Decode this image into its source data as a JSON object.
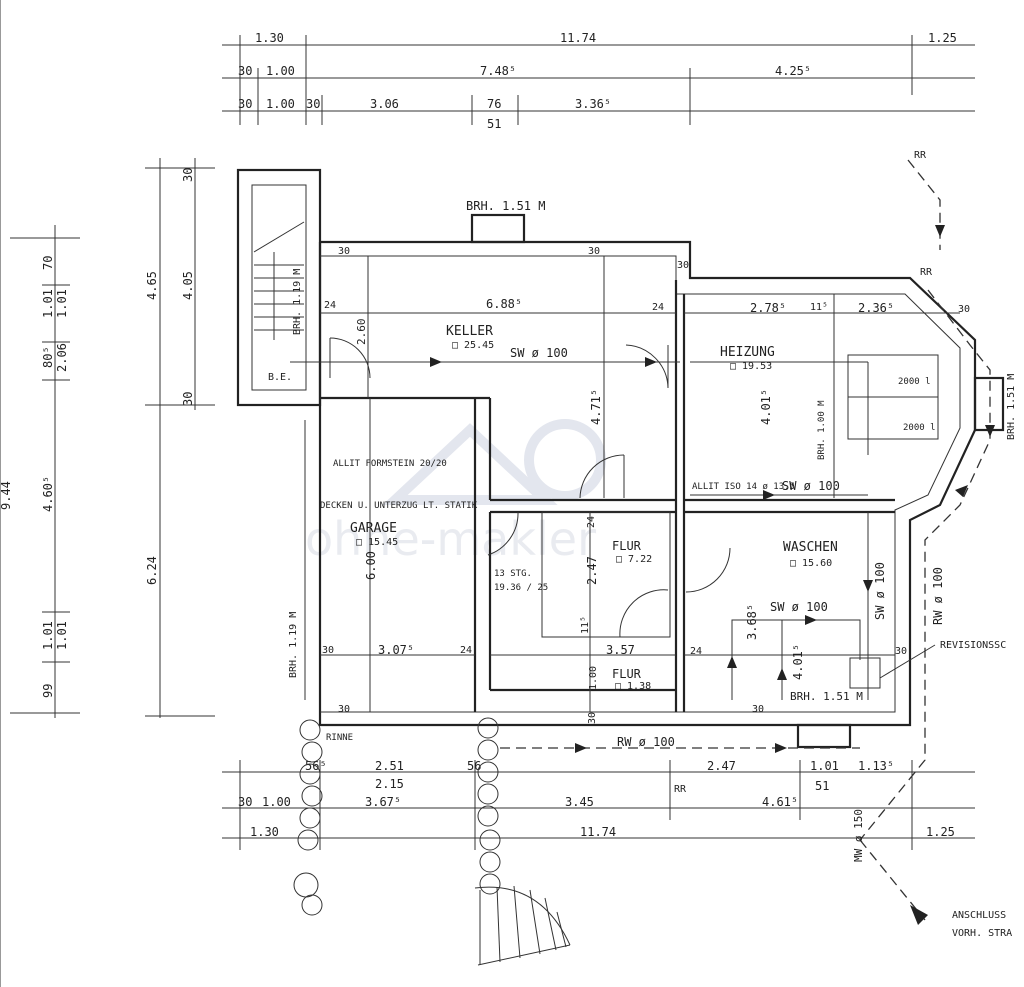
{
  "rooms": {
    "keller": {
      "name": "KELLER",
      "area": "□ 25.45"
    },
    "heizung": {
      "name": "HEIZUNG",
      "area": "□ 19.53"
    },
    "garage": {
      "name": "GARAGE",
      "area": "□ 15.45"
    },
    "flur1": {
      "name": "FLUR",
      "area": "□ 7.22"
    },
    "flur2": {
      "name": "FLUR",
      "area": "□ 1.38"
    },
    "waschen": {
      "name": "WASCHEN",
      "area": "□ 15.60"
    }
  },
  "labels": {
    "brh_top": "BRH. 1.51 M",
    "brh_left_stair": "BRH. 1.19 M",
    "be": "B.E.",
    "sw_keller": "SW ø 100",
    "allit_top": "ALLIT FORMSTEIN 20/20",
    "unterzug": "DECKEN U. UNTERZUG LT. STATIK",
    "allit_iso": "ALLIT ISO 14 ø 13.5",
    "sw_heizung": "SW ø 100",
    "brh_garage": "BRH. 1.19 M",
    "stair_steps": "13 STG.",
    "stair_ratio": "19.36 / 25",
    "sw_waschen": "SW ø 100",
    "sw_vertical": "SW ø 100",
    "rw_right": "RW ø 100",
    "revision": "REVISIONSSC",
    "brh_waschen": "BRH. 1.51 M",
    "brh_right": "BRH. 1.51 M",
    "rw_bottom": "RW ø 100",
    "rinne": "RINNE",
    "rr_top": "RR",
    "rr_mid": "RR",
    "rr_bottom": "RR",
    "mw": "MW ø 150",
    "anschluss1": "ANSCHLUSS",
    "anschluss2": "VORH. STRA",
    "brh_heizung_inner": "BRH. 1.00 M",
    "tank1": "2000 l",
    "tank2": "2000 l",
    "watermark": "ohne-makler"
  },
  "dims_top": {
    "r1": [
      "1.30",
      "11.74",
      "1.25"
    ],
    "r2": [
      "30",
      "1.00",
      "7.48⁵",
      "4.25⁵"
    ],
    "r3": [
      "30",
      "1.00",
      "30",
      "3.06",
      "76",
      "3.36⁵"
    ],
    "r3b": "51"
  },
  "dims_bottom": {
    "r1": [
      "56⁵",
      "2.51",
      "56",
      "2.47",
      "1.01",
      "1.13⁵"
    ],
    "r1b": [
      "2.15",
      "51"
    ],
    "r2": [
      "30",
      "1.00",
      "3.67⁵",
      "3.45",
      "4.61⁵"
    ],
    "r3": [
      "1.30",
      "11.74",
      "1.25"
    ]
  },
  "dims_left_outer": [
    "70",
    "1.01",
    "1.01",
    "80⁵",
    "2.06",
    "9.44",
    "4.60⁵",
    "1.01",
    "1.01",
    "99"
  ],
  "dims_left_inner": [
    "30",
    "4.65",
    "4.05",
    "30",
    "6.24"
  ],
  "dims_inside": {
    "keller_w": "6.88⁵",
    "keller_h": "4.71⁵",
    "keller_side": "2.60",
    "d30a": "30",
    "d30b": "30",
    "d30c": "30",
    "d24a": "24",
    "d24b": "24",
    "heizung_w1": "2.78⁵",
    "heizung_115": "11⁵",
    "heizung_w2": "2.36⁵",
    "heizung_h": "4.01⁵",
    "heizung_30": "30",
    "garage_w": "3.07⁵",
    "garage_h": "6.00",
    "garage_24": "24",
    "garage_30": "30",
    "flur_h": "2.47",
    "flur_115": "11⁵",
    "flur_24": "24",
    "flur_w": "3.57",
    "flur_100": "1.00",
    "flur_30": "30",
    "wasch_a": "3.68⁵",
    "wasch_b": "4.01⁵",
    "wasch_24": "24",
    "wasch_30": "30",
    "wasch_30b": "30",
    "garage_bottom_30": "30"
  }
}
